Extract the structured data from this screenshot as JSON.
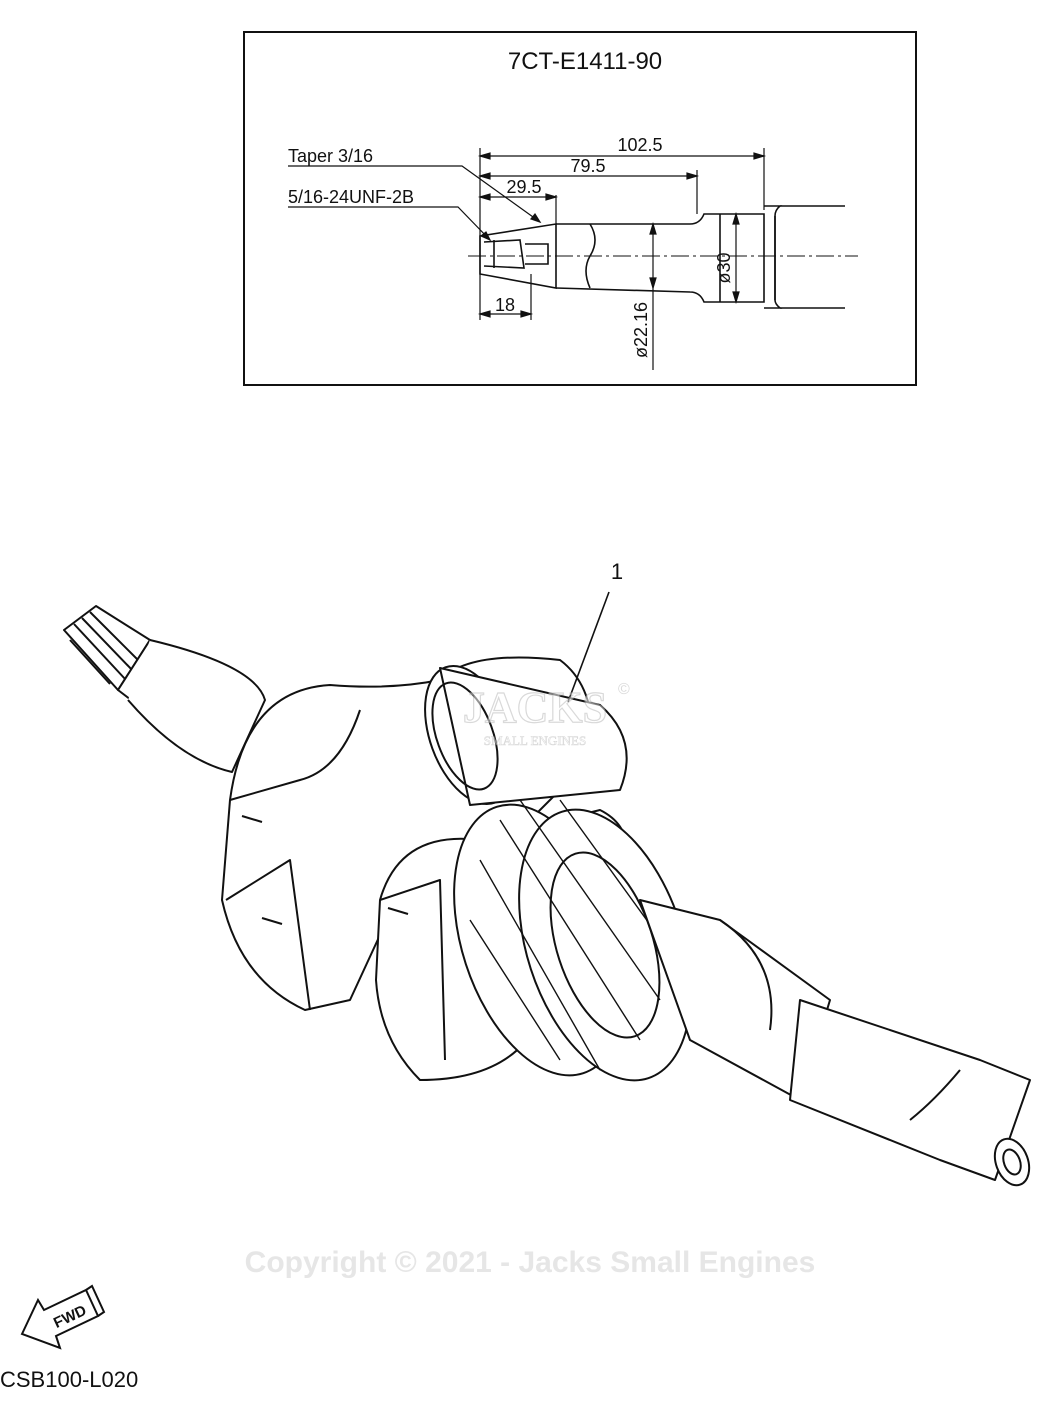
{
  "detail": {
    "part_number": "7CT-E1411-90",
    "labels": {
      "taper": "Taper  3/16",
      "thread": "5/16-24UNF-2B",
      "len_total": "102.5",
      "len_mid": "79.5",
      "len_taper": "29.5",
      "len_thread": "18",
      "dia_large": "ø30",
      "dia_small": "ø22.16"
    }
  },
  "callouts": [
    {
      "number": "1"
    }
  ],
  "watermark": {
    "logo_text": "JACKS",
    "logo_sub": "SMALL ENGINES",
    "copyright": "Copyright © 2021 - Jacks Small Engines"
  },
  "fwd_label": "FWD",
  "drawing_code": "CSB100-L020"
}
